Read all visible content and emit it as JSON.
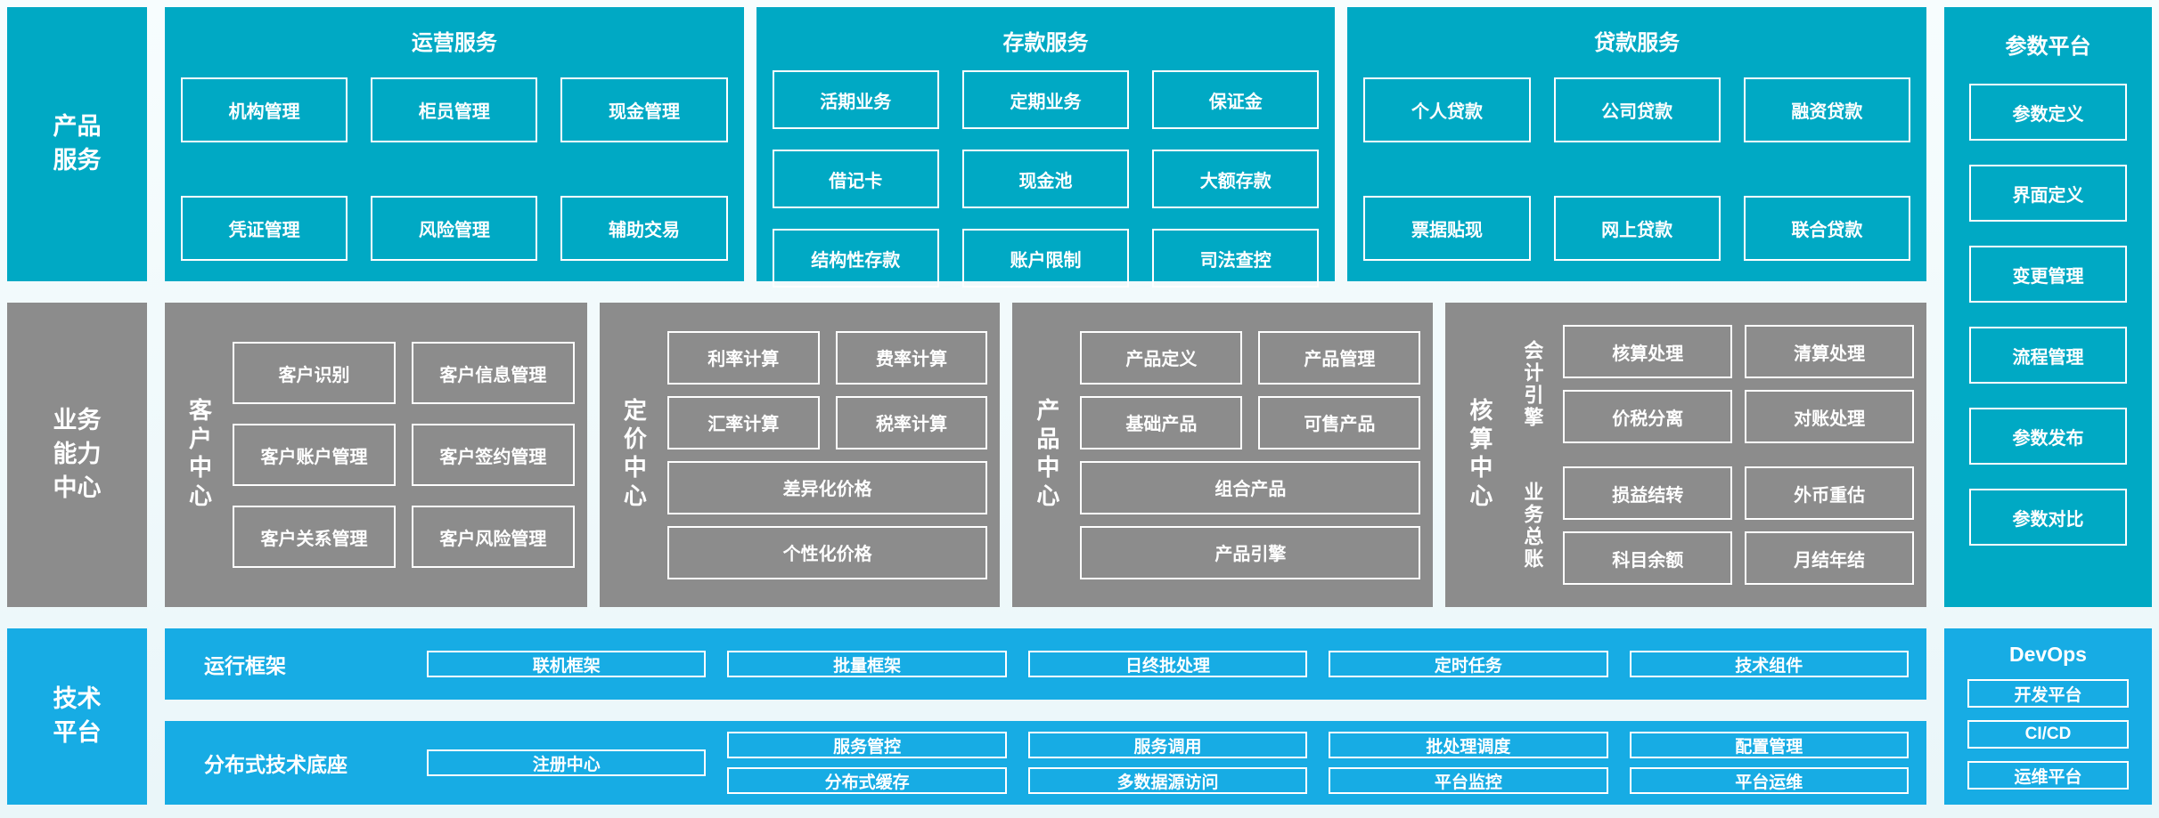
{
  "palette": {
    "teal": "#00a9c4",
    "gray": "#8c8c8c",
    "blue": "#17ace4",
    "background": "#f1fafb",
    "box_border": "#ffffff",
    "text": "#ffffff"
  },
  "rails": {
    "product": "产品\n服务",
    "business": "业务\n能力\n中心",
    "tech": "技术\n平台"
  },
  "operations": {
    "title": "运营服务",
    "items": [
      "机构管理",
      "柜员管理",
      "现金管理",
      "凭证管理",
      "风险管理",
      "辅助交易"
    ]
  },
  "deposits": {
    "title": "存款服务",
    "items": [
      "活期业务",
      "定期业务",
      "保证金",
      "借记卡",
      "现金池",
      "大额存款",
      "结构性存款",
      "账户限制",
      "司法查控"
    ]
  },
  "loans": {
    "title": "贷款服务",
    "items": [
      "个人贷款",
      "公司贷款",
      "融资贷款",
      "票据贴现",
      "网上贷款",
      "联合贷款"
    ]
  },
  "params": {
    "title": "参数平台",
    "items": [
      "参数定义",
      "界面定义",
      "变更管理",
      "流程管理",
      "参数发布",
      "参数对比"
    ]
  },
  "customer": {
    "label": "客户中心",
    "items": [
      "客户识别",
      "客户信息管理",
      "客户账户管理",
      "客户签约管理",
      "客户关系管理",
      "客户风险管理"
    ]
  },
  "pricing": {
    "label": "定价中心",
    "items": [
      "利率计算",
      "费率计算",
      "汇率计算",
      "税率计算"
    ],
    "wide": [
      "差异化价格",
      "个性化价格"
    ]
  },
  "product": {
    "label": "产品中心",
    "items": [
      "产品定义",
      "产品管理",
      "基础产品",
      "可售产品"
    ],
    "wide": [
      "组合产品",
      "产品引擎"
    ]
  },
  "accounting": {
    "label": "核算中心",
    "group1": {
      "label": "会计引擎",
      "items": [
        "核算处理",
        "清算处理",
        "价税分离",
        "对账处理"
      ]
    },
    "group2": {
      "label": "业务总账",
      "items": [
        "损益结转",
        "外币重估",
        "科目余额",
        "月结年结"
      ]
    }
  },
  "runtime": {
    "label": "运行框架",
    "items": [
      "联机框架",
      "批量框架",
      "日终批处理",
      "定时任务",
      "技术组件"
    ]
  },
  "distributed": {
    "label": "分布式技术底座",
    "tall": "注册中心",
    "row1": [
      "服务管控",
      "服务调用",
      "批处理调度",
      "配置管理"
    ],
    "row2": [
      "分布式缓存",
      "多数据源访问",
      "平台监控",
      "平台运维"
    ]
  },
  "devops": {
    "title": "DevOps",
    "items": [
      "开发平台",
      "CI/CD",
      "运维平台"
    ]
  }
}
